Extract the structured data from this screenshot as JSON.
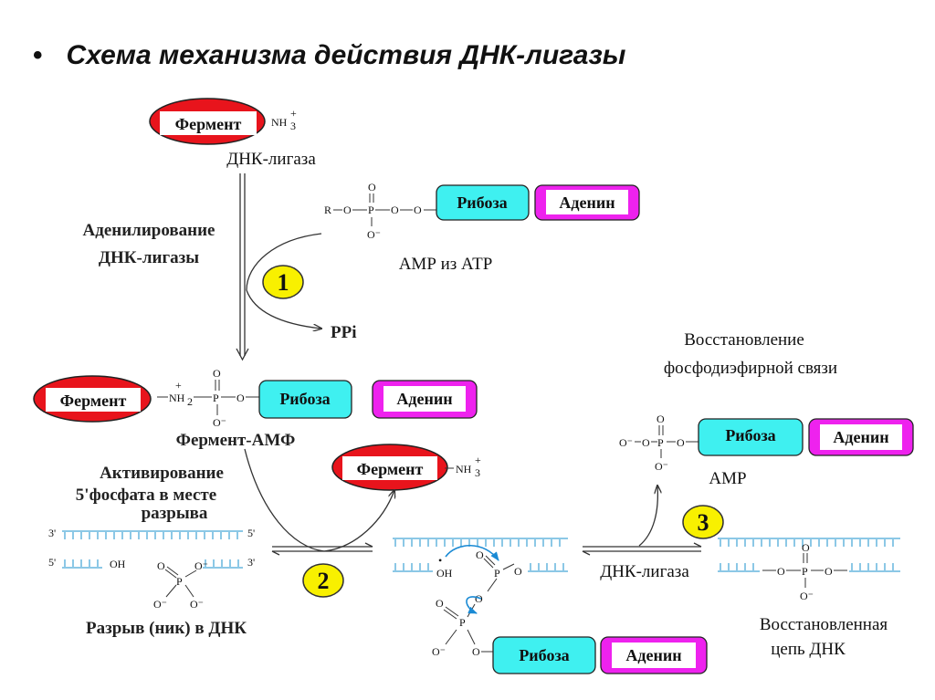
{
  "title": "Схема механизма действия ДНК-лигазы",
  "labels": {
    "enzyme": "Фермент",
    "ribose": "Рибоза",
    "adenine": "Аденин",
    "dna_ligase_top": "ДНК-лигаза",
    "adenylation_line1": "Аденилирование",
    "adenylation_line2": "ДНК-лигазы",
    "amp_from_atp": "АМР из АТР",
    "ppi": "PPi",
    "enzyme_amp": "Фермент-АМФ",
    "activation_line1": "Активирование",
    "activation_line2": "5'фосфата в месте",
    "activation_line3": "разрыва",
    "nick": "Разрыв (ник) в ДНК",
    "restoration_line1": "Восстановление",
    "restoration_line2": "фосфодиэфирной связи",
    "amp": "АМР",
    "dna_ligase_mid": "ДНК-лигаза",
    "restored_line1": "Восстановленная",
    "restored_line2": "цепь ДНК"
  },
  "chem": {
    "nh3": "NH",
    "nh3_sub": "3",
    "nh3_sup": "+",
    "nh2": "NH",
    "nh2_sub": "2",
    "r": "R",
    "o": "O",
    "p": "P",
    "o_minus": "O⁻",
    "oh": "OH",
    "three_prime": "3'",
    "five_prime": "5'"
  },
  "steps": [
    "1",
    "2",
    "3"
  ],
  "colors": {
    "enzyme_fill": "#e8141c",
    "ribose_fill": "#3ff0f0",
    "adenine_fill": "#ee22ee",
    "step_fill": "#f8f000",
    "dna_strand": "#8cc8e6",
    "accent_arrow": "#1a8ad4"
  }
}
